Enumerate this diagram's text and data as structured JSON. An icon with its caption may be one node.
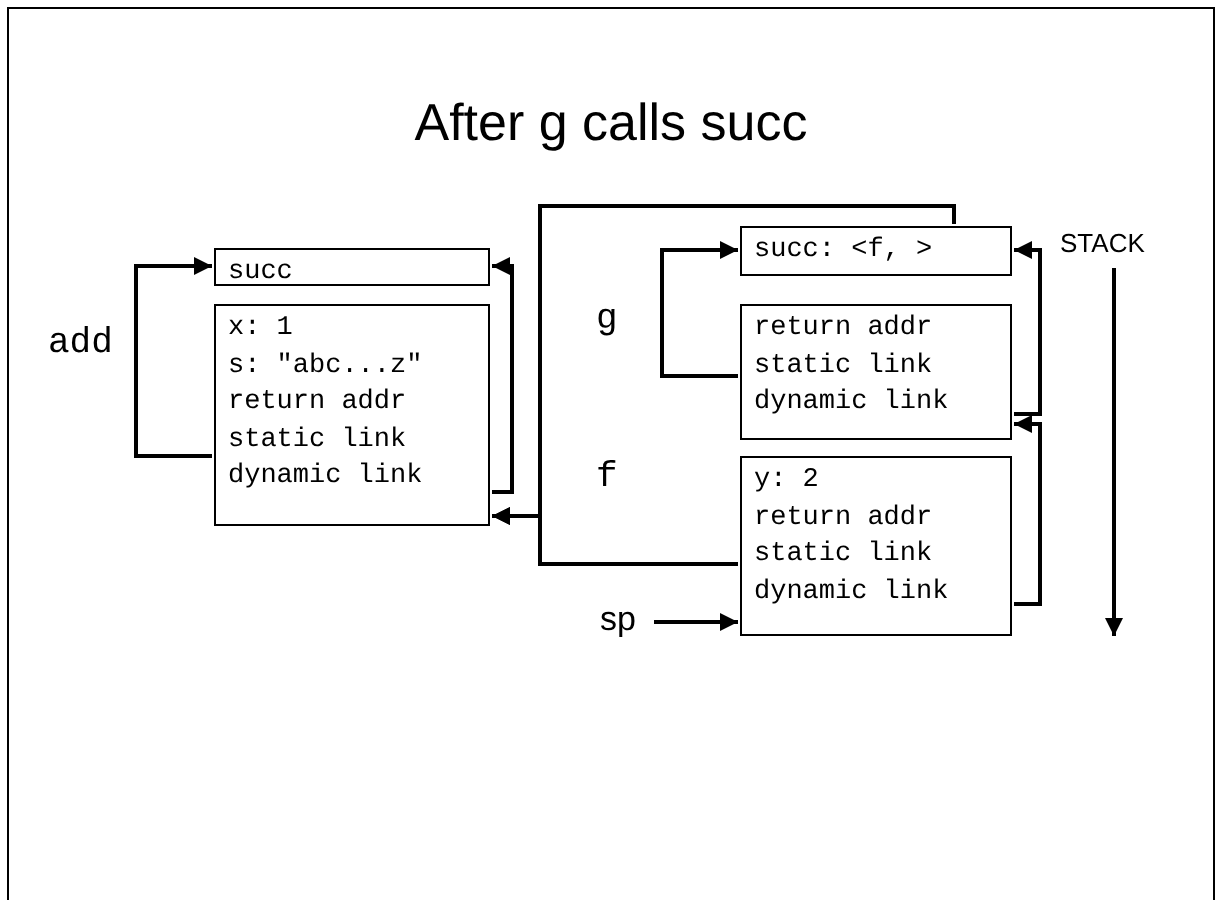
{
  "diagram": {
    "title": "After g calls succ",
    "nodes": [
      {
        "text": [
          "succ"
        ]
      },
      {
        "text": [
          "x: 1",
          "s: \"abc...z\"",
          "return addr",
          "static link",
          "dynamic link"
        ],
        "beside": [
          "add"
        ]
      },
      {
        "text": [
          "succ: <f, >"
        ]
      },
      {
        "text": [
          "return addr",
          "static link",
          "dynamic link"
        ],
        "beside": [
          "g"
        ]
      },
      {
        "text": [
          "y: 2",
          "return addr",
          "static link",
          "dynamic link"
        ],
        "beside": [
          "f"
        ]
      },
      {
        "text": [
          "sp"
        ]
      }
    ],
    "edges": [
      {
        "from": 1,
        "to": 0,
        "arrow": "to"
      },
      {
        "from": 1,
        "to": 0,
        "arrow": "to"
      },
      {
        "from": 2,
        "to": 1,
        "arrow": "to"
      },
      {
        "from": 4,
        "to": 1,
        "arrow": "to"
      },
      {
        "from": 3,
        "to": 2,
        "arrow": "to"
      },
      {
        "from": 3,
        "to": 2,
        "arrow": "to"
      },
      {
        "from": 4,
        "to": 3,
        "arrow": "to"
      },
      {
        "from": 5,
        "to": 4,
        "arrow": "to"
      }
    ],
    "labels": [
      "STACK"
    ]
  }
}
